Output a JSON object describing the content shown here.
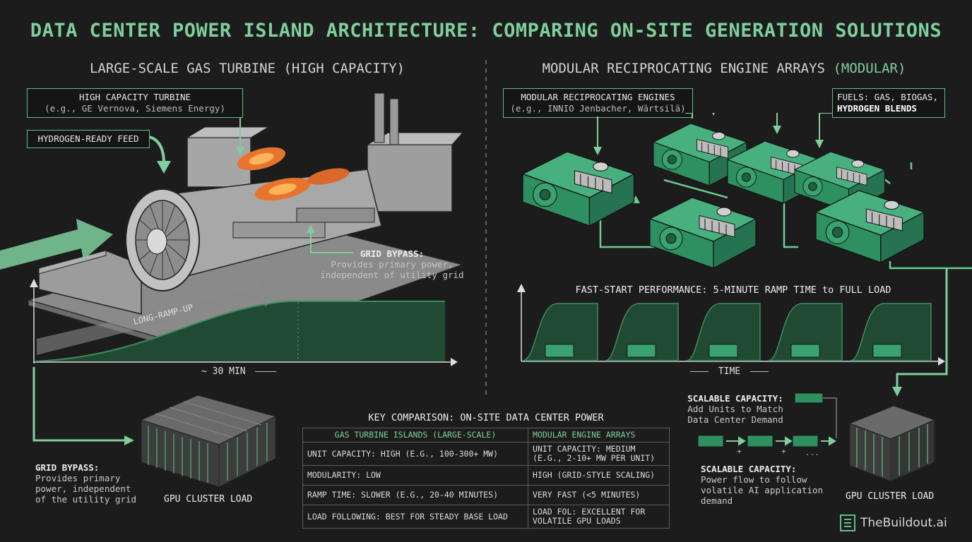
{
  "title": "DATA CENTER POWER ISLAND ARCHITECTURE: COMPARING ON-SITE GENERATION SOLUTIONS",
  "left": {
    "heading": "LARGE-SCALE GAS TURBINE (HIGH CAPACITY)",
    "turbine_box": {
      "line1": "HIGH CAPACITY TURBINE",
      "line2": "(e.g., GE Vernova, Siemens Energy)"
    },
    "hydrogen_label": "HYDROGEN-READY FEED",
    "grid_bypass": {
      "title": "GRID BYPASS:",
      "line1": "Provides primary power,",
      "line2": "independent of utility grid"
    },
    "ramp_label": "LONG-RAMP-UP",
    "time_label": "~ 30 MIN",
    "bottom_bypass": {
      "title": "GRID BYPASS:",
      "line1": "Provides primary",
      "line2": "power, independent",
      "line3": "of the utility grid"
    },
    "gpu_label": "GPU CLUSTER LOAD"
  },
  "right": {
    "heading_main": "MODULAR RECIPROCATING ENGINE ARRAYS",
    "heading_paren": "(MODULAR)",
    "engines_box": {
      "line1": "MODULAR RECIPROCATING ENGINES",
      "line2": "(e.g., INNIO Jenbacher, Wärtsilä)"
    },
    "fuels_box": {
      "line1": "FUELS: GAS, BIOGAS,",
      "line2": "HYDROGEN BLENDS"
    },
    "perf_label": "FAST-START PERFORMANCE: 5-MINUTE RAMP TIME to FULL LOAD",
    "time_label": "TIME",
    "scalable1": {
      "title": "SCALABLE CAPACITY:",
      "line1": "Add Units to Match",
      "line2": "Data Center Demand"
    },
    "scalable2": {
      "title": "SCALABLE CAPACITY:",
      "line1": "Power flow to follow",
      "line2": "volatile AI application",
      "line3": "demand"
    },
    "plus": "+",
    "ellipsis": "...",
    "gpu_label": "GPU CLUSTER LOAD"
  },
  "table": {
    "title": "KEY COMPARISON: ON-SITE DATA CENTER POWER",
    "headers": [
      "GAS TURBINE ISLANDS (LARGE-SCALE)",
      "MODULAR ENGINE ARRAYS"
    ],
    "rows": [
      [
        "UNIT CAPACITY: HIGH (E.G., 100-300+ MW)",
        "UNIT CAPACITY: MEDIUM",
        "(E.G., 2-10+ MW PER UNIT)"
      ],
      [
        "MODULARITY: LOW",
        "HIGH (GRID-STYLE SCALING)",
        ""
      ],
      [
        "RAMP TIME: SLOWER (E.G., 20-40 MINUTES)",
        "VERY FAST (<5 MINUTES)",
        ""
      ],
      [
        "LOAD FOLLOWING: BEST FOR STEADY BASE LOAD",
        "LOAD FOL: EXCELLENT FOR",
        "VOLATILE GPU LOADS"
      ]
    ]
  },
  "brand": "TheBuildout.ai",
  "colors": {
    "accent": "#7fcf9c",
    "engine": "#2e9b6a",
    "background": "#1c1c1c"
  }
}
